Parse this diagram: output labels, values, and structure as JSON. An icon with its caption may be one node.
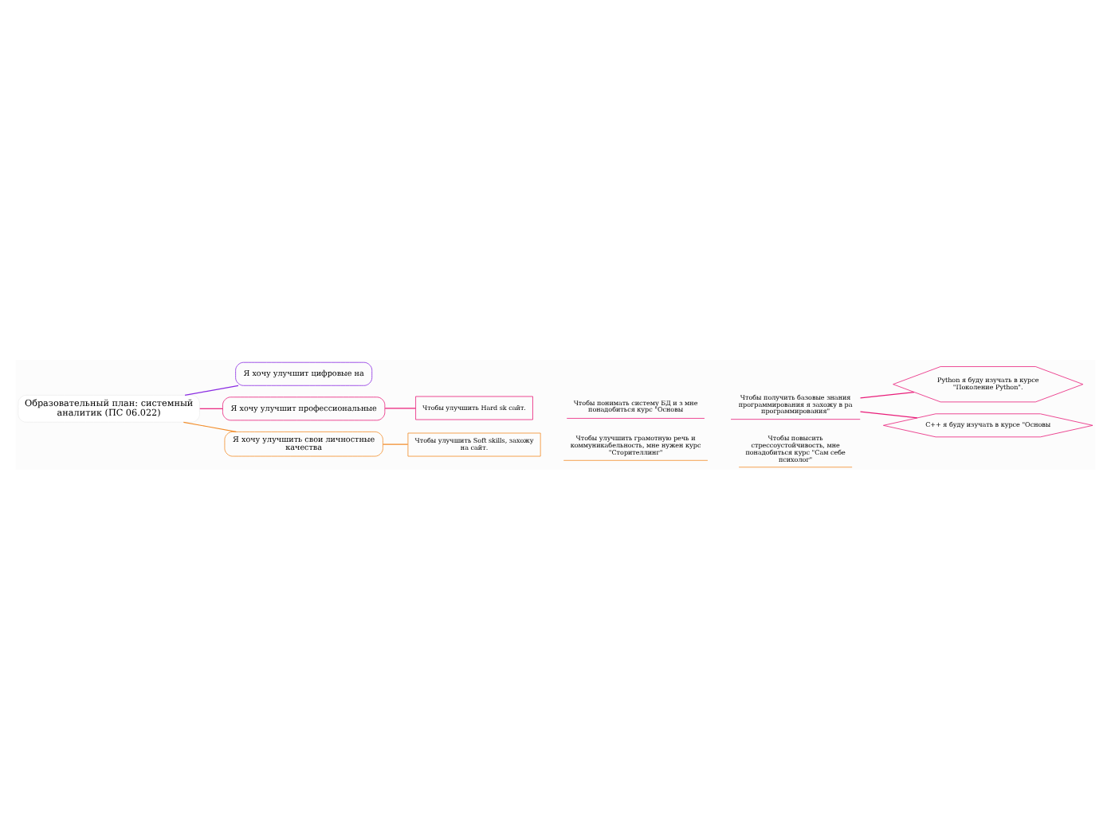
{
  "diagram": {
    "nodes": [
      {
        "text": [
          "Образовательный план: системный аналитик (ПС 06.022)"
        ]
      },
      {
        "text": [
          "Я хочу улучшит цифровые на"
        ]
      },
      {
        "text": [
          "Я хочу улучшит профессиональные"
        ]
      },
      {
        "text": [
          "Я хочу улучшить свои личностные качества"
        ]
      },
      {
        "text": [
          "Чтобы улучшить Soft skills, захожу на сайт."
        ]
      },
      {
        "text": [
          "Чтобы улучшить грамотную речь и коммуникабельность, мне нужен курс \"Сторителлинг\""
        ]
      },
      {
        "text": [
          "Чтобы повысить стрессоустойчивость, мне понадобиться курс \"Сам себе психолог\""
        ]
      },
      {
        "text": [
          "Чтобы улучшить Hard sk сайт."
        ]
      },
      {
        "text": [
          "Чтобы понимать систему БД и з мне понадобиться курс \"Основы"
        ]
      },
      {
        "text": [
          "Чтобы получить базовые знания программирования я захожу в ра программирования\""
        ]
      },
      {
        "text": [
          "Python я буду изучать в курсе \"Поколение Python\"."
        ]
      },
      {
        "text": [
          "C++ я буду изучать в курсе \"Основы"
        ]
      }
    ],
    "edges": [
      {
        "from": 0,
        "to": 1,
        "arrow": "none",
        "color": "#8a2be2"
      },
      {
        "from": 0,
        "to": 2,
        "arrow": "none"
      },
      {
        "from": 0,
        "to": 3,
        "arrow": "none",
        "color": "#f28c28"
      },
      {
        "from": 3,
        "to": 4,
        "arrow": "none",
        "color": "#f28c28"
      },
      {
        "from": 2,
        "to": 7,
        "arrow": "none"
      },
      {
        "from": 9,
        "to": 10,
        "arrow": "none"
      },
      {
        "from": 9,
        "to": 11,
        "arrow": "none"
      }
    ]
  }
}
